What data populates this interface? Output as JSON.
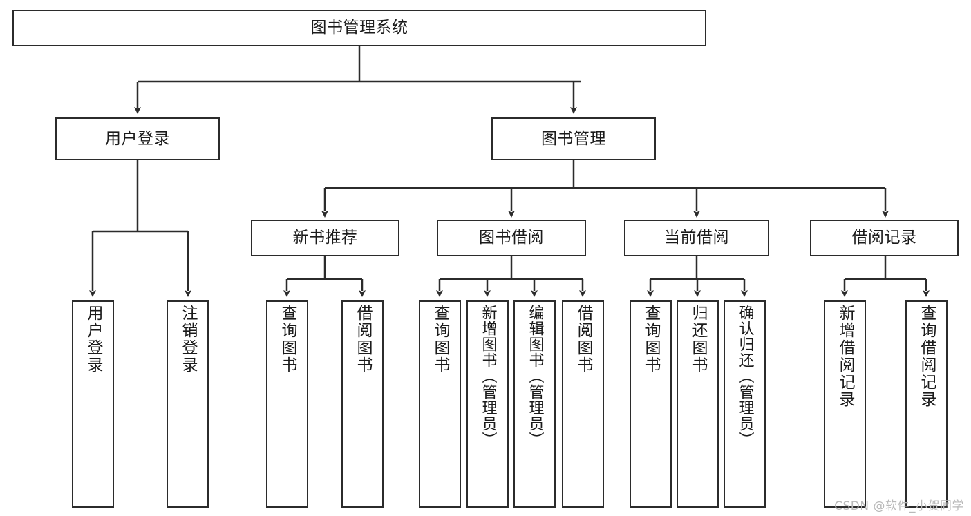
{
  "diagram": {
    "title": "图书管理系统",
    "type": "tree-hierarchy",
    "watermark": "CSDN @软件_小贺同学",
    "colors": {
      "box_border": "#2b2b2b",
      "box_fill": "#ffffff",
      "connector": "#2b2b2b",
      "text": "#1b1b1b",
      "watermark": "#b9b9b9"
    },
    "root": {
      "label": "图书管理系统"
    },
    "level1": [
      {
        "label": "用户登录"
      },
      {
        "label": "图书管理"
      }
    ],
    "level2": [
      {
        "label": "新书推荐"
      },
      {
        "label": "图书借阅"
      },
      {
        "label": "当前借阅"
      },
      {
        "label": "借阅记录"
      }
    ],
    "leaves": {
      "user_login": [
        {
          "label": "用户登录"
        },
        {
          "label": "注销登录"
        }
      ],
      "new_book_recommend": [
        {
          "label": "查询图书"
        },
        {
          "label": "借阅图书"
        }
      ],
      "book_borrow": [
        {
          "label": "查询图书"
        },
        {
          "label": "新增图书（管理员）"
        },
        {
          "label": "编辑图书（管理员）"
        },
        {
          "label": "借阅图书"
        }
      ],
      "current_borrow": [
        {
          "label": "查询图书"
        },
        {
          "label": "归还图书"
        },
        {
          "label": "确认归还（管理员）"
        }
      ],
      "borrow_record": [
        {
          "label": "新增借阅记录"
        },
        {
          "label": "查询借阅记录"
        }
      ]
    }
  }
}
